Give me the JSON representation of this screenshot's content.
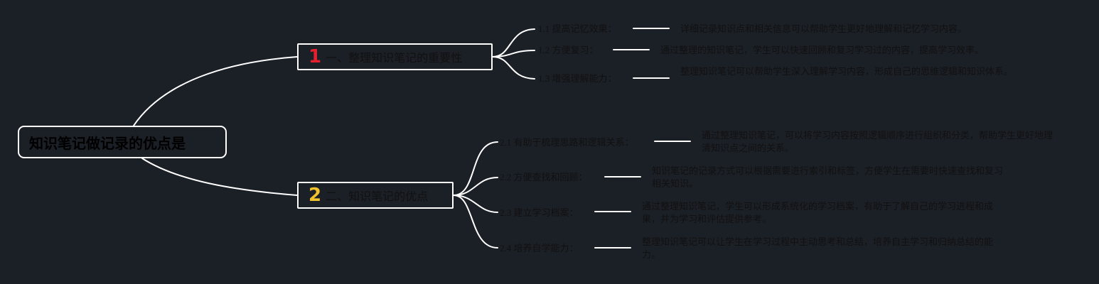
{
  "root": {
    "label": "知识笔记做记录的优点是"
  },
  "branches": [
    {
      "number": "1",
      "label": "一、整理知识笔记的重要性",
      "items": [
        {
          "label": "1.1 提高记忆效果：",
          "desc": "详细记录知识点和相关信息可以帮助学生更好地理解和记忆学习内容。"
        },
        {
          "label": "1.2 方便复习：",
          "desc": "通过整理的知识笔记，学生可以快速回顾和复习学习过的内容，提高学习效率。"
        },
        {
          "label": "1.3 增强理解能力：",
          "desc": "整理知识笔记可以帮助学生深入理解学习内容，形成自己的思维逻辑和知识体系。"
        }
      ]
    },
    {
      "number": "2",
      "label": "二、知识笔记的优点",
      "items": [
        {
          "label": "2.1 有助于梳理思路和逻辑关系：",
          "desc": "通过整理知识笔记，可以将学习内容按照逻辑顺序进行组织和分类，帮助学生更好地理清知识点之间的关系。"
        },
        {
          "label": "2.2 方便查找和回顾：",
          "desc": "知识笔记的记录方式可以根据需要进行索引和标签，方便学生在需要时快速查找和复习相关知识。"
        },
        {
          "label": "2.3 建立学习档案：",
          "desc": "通过整理知识笔记，学生可以形成系统化的学习档案，有助于了解自己的学习进程和成果，并为学习和评估提供参考。"
        },
        {
          "label": "2.4 培养自学能力：",
          "desc": "整理知识笔记可以让学生在学习过程中主动思考和总结，培养自主学习和归纳总结的能力。"
        }
      ]
    }
  ],
  "colors": {
    "background": "#1b1f26",
    "line": "#ffffff",
    "number_1": "#e4202e",
    "number_2": "#f2c12e"
  }
}
